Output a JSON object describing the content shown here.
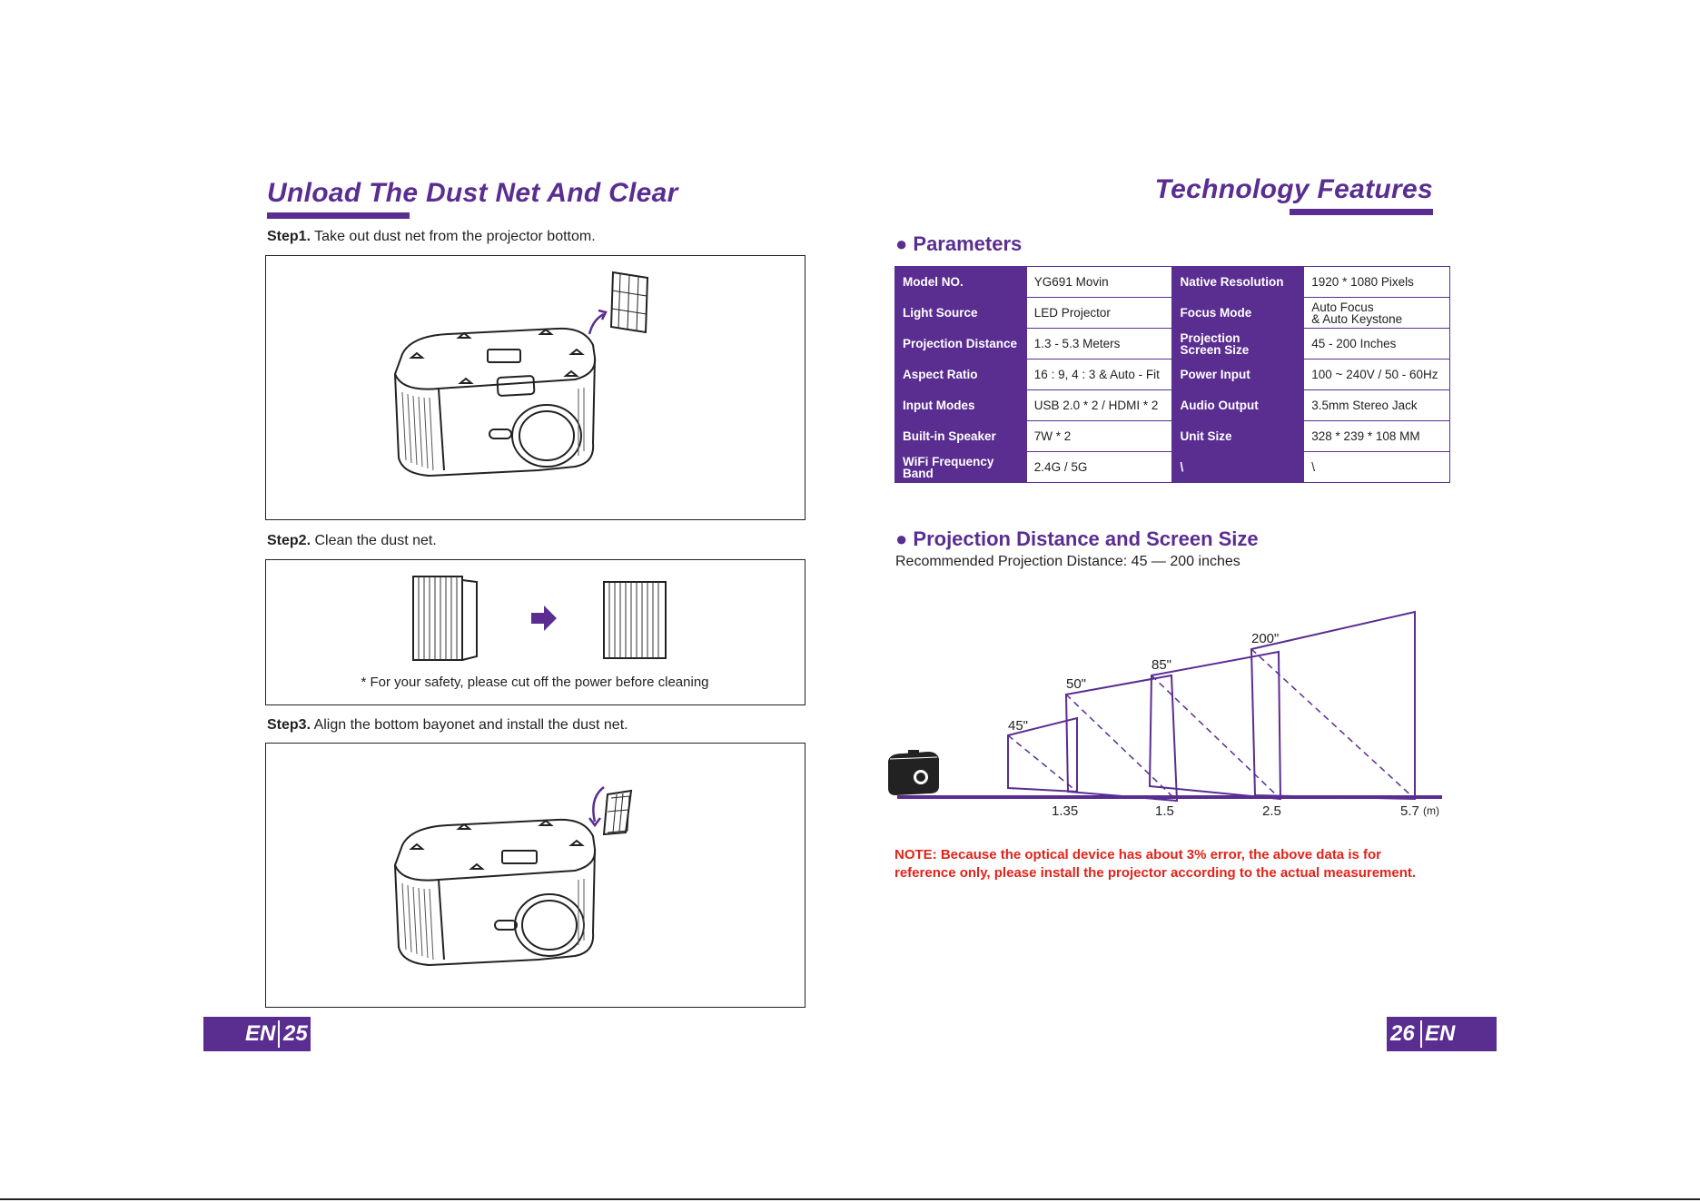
{
  "left": {
    "title": "Unload The Dust Net And Clear",
    "steps": [
      {
        "label": "Step1.",
        "text": " Take out dust net from the projector bottom."
      },
      {
        "label": "Step2.",
        "text": " Clean the dust net."
      },
      {
        "label": "Step3.",
        "text": " Align the bottom bayonet and install the dust net."
      }
    ],
    "safety_note": "* For your safety, please cut off the power before cleaning",
    "page": {
      "lang": "EN",
      "number": "25"
    }
  },
  "right": {
    "title": "Technology Features",
    "parameters_heading": "● Parameters",
    "parameters": [
      [
        "Model NO.",
        "YG691 Movin",
        "Native Resolution",
        "1920 * 1080 Pixels"
      ],
      [
        "Light Source",
        "LED Projector",
        "Focus Mode",
        "Auto Focus\n& Auto Keystone"
      ],
      [
        "Projection Distance",
        "1.3 - 5.3 Meters",
        "Projection\nScreen Size",
        "45 - 200 Inches"
      ],
      [
        "Aspect Ratio",
        "16 : 9, 4 : 3 & Auto - Fit",
        "Power Input",
        "100 ~ 240V / 50 - 60Hz"
      ],
      [
        "Input Modes",
        "USB 2.0 * 2 / HDMI * 2",
        "Audio Output",
        "3.5mm Stereo Jack"
      ],
      [
        "Built-in Speaker",
        "7W * 2",
        "Unit Size",
        "328 * 239 * 108 MM"
      ],
      [
        "WiFi Frequency Band",
        "2.4G / 5G",
        "\\",
        "\\"
      ]
    ],
    "projection_heading": "● Projection Distance and Screen Size",
    "recommended": "Recommended Projection Distance: 45 — 200 inches",
    "diagram": {
      "screens": [
        {
          "size": "45\"",
          "distance": "1.35"
        },
        {
          "size": "50\"",
          "distance": "1.5"
        },
        {
          "size": "85\"",
          "distance": "2.5"
        },
        {
          "size": "200\"",
          "distance": "5.7"
        }
      ],
      "unit": "(m)"
    },
    "note": "NOTE: Because the optical device has about 3% error, the above data is for reference only, please install the projector according to the actual measurement.",
    "page": {
      "lang": "EN",
      "number": "26"
    }
  }
}
